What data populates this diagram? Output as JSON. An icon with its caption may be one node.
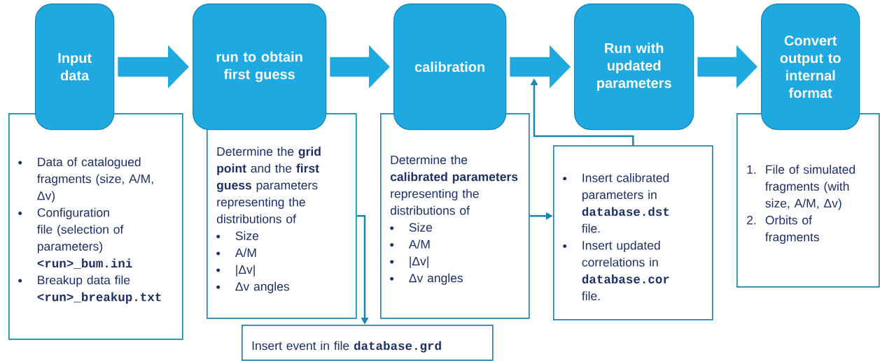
{
  "diagram": {
    "nodes": [
      {
        "text": [
          "Input data"
        ]
      },
      {
        "text": [
          "Data of catalogued fragments (size, A/M, Δv)",
          "Configuration file (selection of parameters)",
          "<run>_bum.ini",
          "Breakup data file",
          "<run>_breakup.txt"
        ]
      },
      {
        "text": [
          "run to obtain first guess"
        ]
      },
      {
        "text": [
          "Determine the **grid point** and the **first guess** parameters representing the distributions of",
          "Size",
          "A/M",
          "|Δv|",
          "Δv angles"
        ]
      },
      {
        "text": [
          "calibration"
        ]
      },
      {
        "text": [
          "Determine the **calibrated parameters** representing the distributions of",
          "Size",
          "A/M",
          "|Δv|",
          "Δv angles"
        ]
      },
      {
        "text": [
          "Run with updated parameters"
        ]
      },
      {
        "text": [
          "Insert calibrated parameters in",
          "database.dst",
          "file.",
          "Insert updated correlations in",
          "database.cor",
          "file."
        ]
      },
      {
        "text": [
          "Convert output to internal format"
        ]
      },
      {
        "text": [
          "1.",
          "File of simulated fragments (with size, A/M, Δv)",
          "2.",
          "Orbits of fragments"
        ]
      },
      {
        "text": [
          "Insert event in file",
          "database.grd"
        ]
      }
    ],
    "edges": [
      {
        "from": 0,
        "to": 2,
        "arrow": "to"
      },
      {
        "from": 2,
        "to": 4,
        "arrow": "to"
      },
      {
        "from": 4,
        "to": 6,
        "arrow": "to"
      },
      {
        "from": 6,
        "to": 8,
        "arrow": "to"
      },
      {
        "from": 3,
        "to": 10,
        "arrow": "to",
        "color": "#1a86b3"
      },
      {
        "from": 5,
        "to": 7,
        "arrow": "to",
        "color": "#1a86b3"
      },
      {
        "from": 7,
        "to": null,
        "arrow": "to",
        "color": "#1a86b3"
      }
    ]
  }
}
